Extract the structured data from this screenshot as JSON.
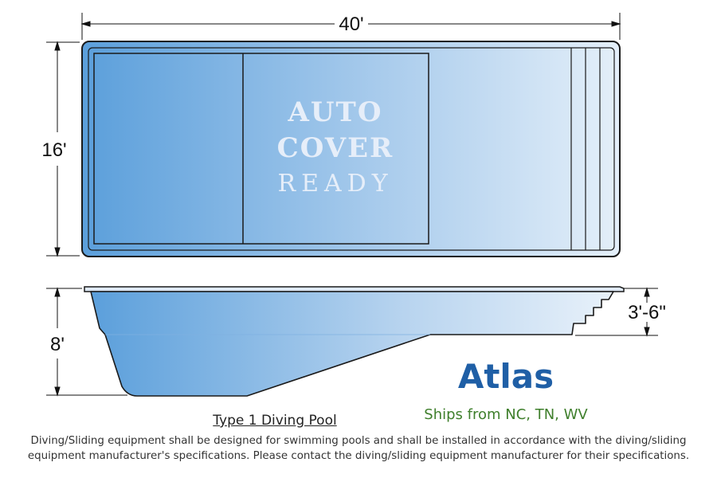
{
  "dimensions": {
    "length": "40'",
    "width": "16'",
    "deep_end_depth": "8'",
    "shallow_end_depth": "3'-6\""
  },
  "stamp": {
    "line1": "AUTO",
    "line2": "COVER",
    "line3": "READY"
  },
  "model": {
    "name": "Atlas",
    "ships_from": "Ships from NC, TN, WV"
  },
  "pool_type": "Type 1 Diving Pool",
  "disclaimer": "Diving/Sliding equipment shall be designed for swimming pools and shall be installed in accordance with the diving/sliding equipment manufacturer's specifications. Please contact the diving/sliding equipment manufacturer for their specifications.",
  "colors": {
    "water_deep": "#5b9fdb",
    "water_shallow": "#e4eff9",
    "outline": "#1a1a1a",
    "model_name": "#1f5fa6",
    "ships_text": "#3f7f2c"
  }
}
